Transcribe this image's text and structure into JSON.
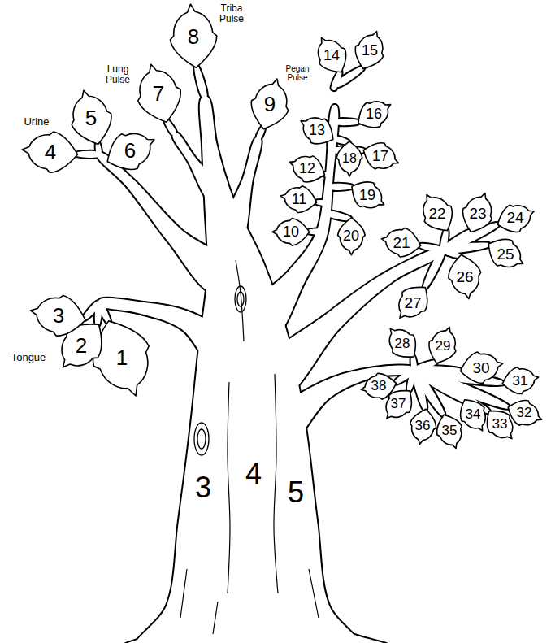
{
  "diagram": {
    "nodes": [
      {
        "text": [
          "1"
        ]
      },
      {
        "text": [
          "2"
        ]
      },
      {
        "text": [
          "3"
        ]
      },
      {
        "text": [
          "4"
        ]
      },
      {
        "text": [
          "5"
        ]
      },
      {
        "text": [
          "6"
        ]
      },
      {
        "text": [
          "7"
        ]
      },
      {
        "text": [
          "8"
        ]
      },
      {
        "text": [
          "9"
        ]
      },
      {
        "text": [
          "10"
        ]
      },
      {
        "text": [
          "11"
        ]
      },
      {
        "text": [
          "12"
        ]
      },
      {
        "text": [
          "13"
        ]
      },
      {
        "text": [
          "14"
        ]
      },
      {
        "text": [
          "15"
        ]
      },
      {
        "text": [
          "16"
        ]
      },
      {
        "text": [
          "17"
        ]
      },
      {
        "text": [
          "18"
        ]
      },
      {
        "text": [
          "19"
        ]
      },
      {
        "text": [
          "20"
        ]
      },
      {
        "text": [
          "21"
        ]
      },
      {
        "text": [
          "22"
        ]
      },
      {
        "text": [
          "23"
        ]
      },
      {
        "text": [
          "24"
        ]
      },
      {
        "text": [
          "25"
        ]
      },
      {
        "text": [
          "26"
        ]
      },
      {
        "text": [
          "27"
        ]
      },
      {
        "text": [
          "28"
        ]
      },
      {
        "text": [
          "29"
        ]
      },
      {
        "text": [
          "30"
        ]
      },
      {
        "text": [
          "31"
        ]
      },
      {
        "text": [
          "32"
        ]
      },
      {
        "text": [
          "33"
        ]
      },
      {
        "text": [
          "34"
        ]
      },
      {
        "text": [
          "35"
        ]
      },
      {
        "text": [
          "36"
        ]
      },
      {
        "text": [
          "37"
        ]
      },
      {
        "text": [
          "38"
        ]
      }
    ],
    "labels": [
      "Tongue",
      "Urine",
      "Lung Pulse",
      "Triba Pulse",
      "Pegan Pulse",
      "3",
      "4",
      "5"
    ]
  }
}
